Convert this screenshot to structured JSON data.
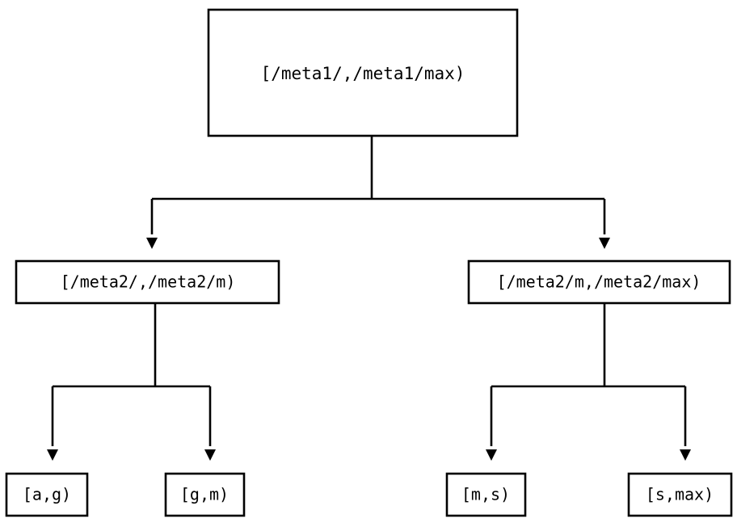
{
  "diagram": {
    "type": "tree",
    "title": "",
    "background_color": "#ffffff",
    "line_color": "#000000",
    "text_color": "#000000",
    "nodes": {
      "root": {
        "label": "[/meta1/,/meta1/max)"
      },
      "mid_left": {
        "label": "[/meta2/,/meta2/m)"
      },
      "mid_right": {
        "label": "[/meta2/m,/meta2/max)"
      },
      "leaf_1": {
        "label": "[a,g)"
      },
      "leaf_2": {
        "label": "[g,m)"
      },
      "leaf_3": {
        "label": "[m,s)"
      },
      "leaf_4": {
        "label": "[s,max)"
      }
    },
    "edges": [
      {
        "from": "root",
        "to": "mid_left",
        "arrow": "triangle-down"
      },
      {
        "from": "root",
        "to": "mid_right",
        "arrow": "triangle-down"
      },
      {
        "from": "mid_left",
        "to": "leaf_1",
        "arrow": "triangle-down"
      },
      {
        "from": "mid_left",
        "to": "leaf_2",
        "arrow": "triangle-down"
      },
      {
        "from": "mid_right",
        "to": "leaf_3",
        "arrow": "triangle-down"
      },
      {
        "from": "mid_right",
        "to": "leaf_4",
        "arrow": "triangle-down"
      }
    ]
  }
}
